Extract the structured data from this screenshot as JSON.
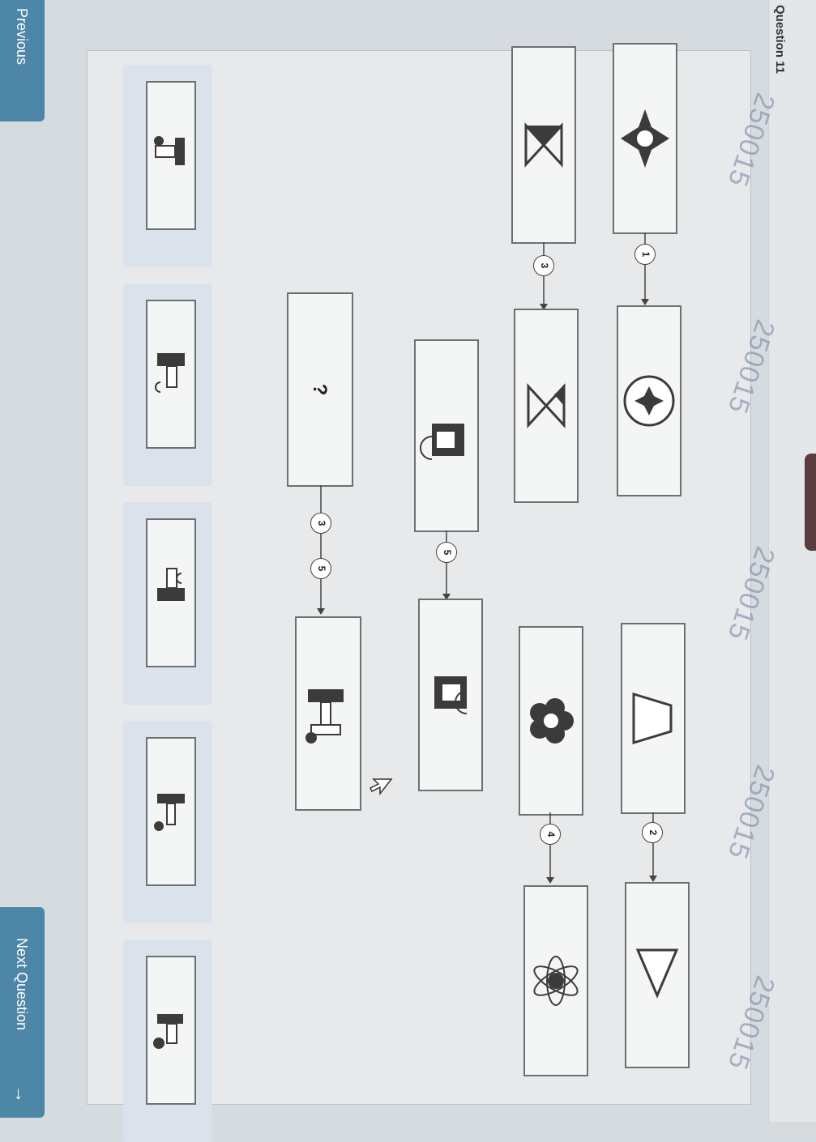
{
  "question_label": "Question 11",
  "watermark_text": "250015",
  "operations": {
    "op1": "1",
    "op2": "2",
    "op3": "3",
    "op4": "4",
    "op5": "5",
    "op6": "3",
    "op7": "5"
  },
  "unknown_symbol": "?",
  "buttons": {
    "previous": "Previous",
    "next": "Next Question"
  },
  "answer_options": [
    {
      "icon": "hammer-shape-option-1-icon"
    },
    {
      "icon": "hammer-shape-option-2-icon"
    },
    {
      "icon": "hammer-shape-option-3-icon"
    },
    {
      "icon": "hammer-shape-option-4-icon"
    },
    {
      "icon": "hammer-shape-option-5-icon"
    }
  ],
  "colors": {
    "button": "#4e86a8",
    "card_border": "#6c7075",
    "shape_fill": "#3d3a3a"
  }
}
